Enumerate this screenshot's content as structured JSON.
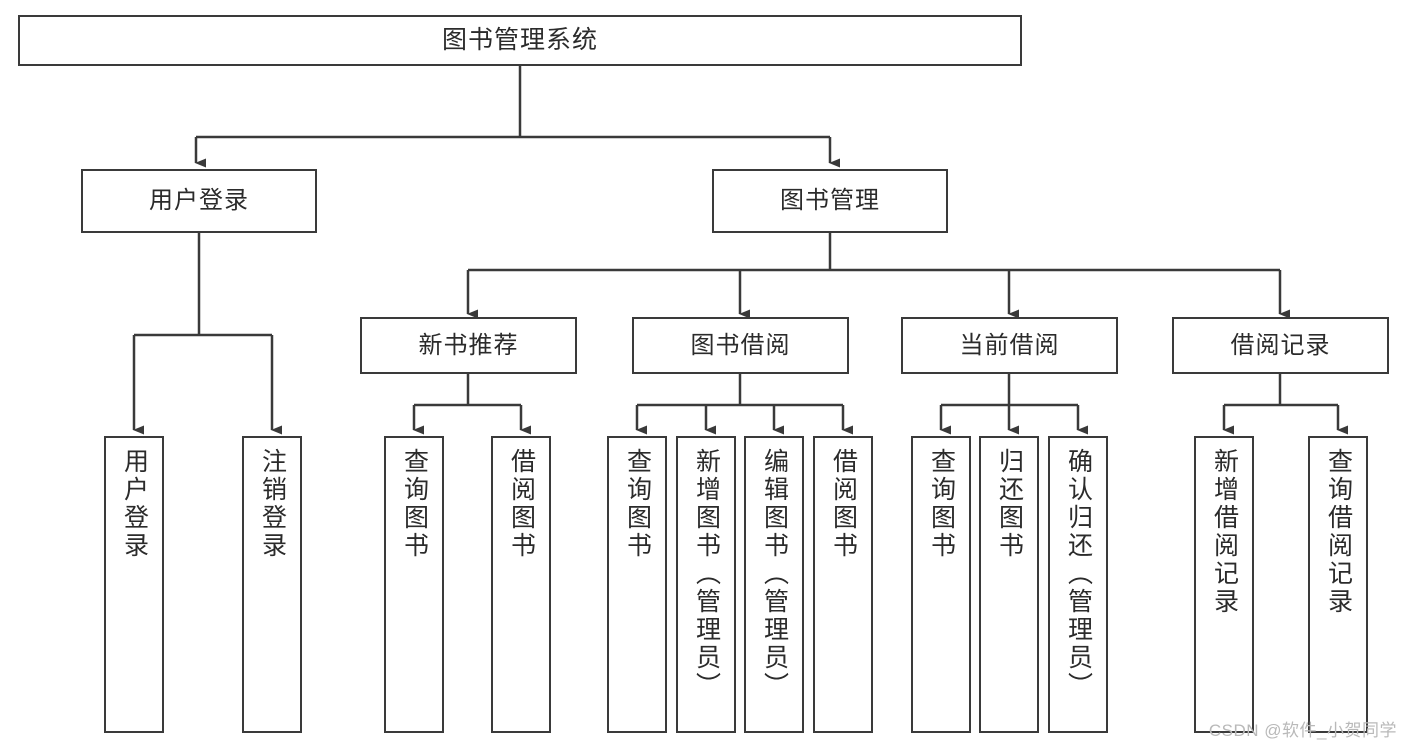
{
  "diagram": {
    "title": "图书管理系统",
    "watermark": "CSDN @软件_小贺同学",
    "stroke_color": "#3a3a3a",
    "text_color": "#2b2b2b",
    "background_color": "#ffffff",
    "nodes": {
      "root": {
        "label": "图书管理系统"
      },
      "level2": [
        {
          "id": "user-login",
          "label": "用户登录"
        },
        {
          "id": "book-manage",
          "label": "图书管理"
        }
      ],
      "level3": [
        {
          "id": "new-book-recommend",
          "label": "新书推荐"
        },
        {
          "id": "book-borrow",
          "label": "图书借阅"
        },
        {
          "id": "current-borrow",
          "label": "当前借阅"
        },
        {
          "id": "borrow-record",
          "label": "借阅记录"
        }
      ],
      "leaves": [
        {
          "id": "leaf-user-login",
          "label": "用户登录",
          "parent": "user-login"
        },
        {
          "id": "leaf-logout",
          "label": "注销登录",
          "parent": "user-login"
        },
        {
          "id": "leaf-query-book-1",
          "label": "查询图书",
          "parent": "new-book-recommend"
        },
        {
          "id": "leaf-borrow-book-1",
          "label": "借阅图书",
          "parent": "new-book-recommend"
        },
        {
          "id": "leaf-query-book-2",
          "label": "查询图书",
          "parent": "book-borrow"
        },
        {
          "id": "leaf-add-book",
          "label": "新增图书（管理员）",
          "parent": "book-borrow"
        },
        {
          "id": "leaf-edit-book",
          "label": "编辑图书（管理员）",
          "parent": "book-borrow"
        },
        {
          "id": "leaf-borrow-book-2",
          "label": "借阅图书",
          "parent": "book-borrow"
        },
        {
          "id": "leaf-query-book-3",
          "label": "查询图书",
          "parent": "current-borrow"
        },
        {
          "id": "leaf-return-book",
          "label": "归还图书",
          "parent": "current-borrow"
        },
        {
          "id": "leaf-confirm-return",
          "label": "确认归还（管理员）",
          "parent": "current-borrow"
        },
        {
          "id": "leaf-add-record",
          "label": "新增借阅记录",
          "parent": "borrow-record"
        },
        {
          "id": "leaf-query-record",
          "label": "查询借阅记录",
          "parent": "borrow-record"
        }
      ]
    }
  }
}
